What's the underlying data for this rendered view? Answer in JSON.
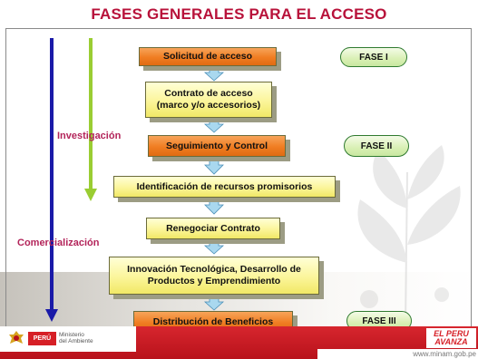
{
  "title": "FASES GENERALES PARA EL ACCESO",
  "steps": [
    "Solicitud de acceso",
    "Contrato de acceso (marco y/o accesorios)",
    "Seguimiento y Control",
    "Identificación de recursos promisorios",
    "Renegociar Contrato",
    "Innovación Tecnológica, Desarrollo de Productos y Emprendimiento",
    "Distribución de Beneficios"
  ],
  "step_lines": {
    "contrato_1": "Contrato de acceso",
    "contrato_2": "(marco y/o accesorios)",
    "innovacion_1": "Innovación Tecnológica, Desarrollo de",
    "innovacion_2": "Productos y Emprendimiento"
  },
  "phases": [
    "FASE I",
    "FASE II",
    "FASE III"
  ],
  "labels": {
    "investigacion": "Investigación",
    "comercializacion": "Comercialización"
  },
  "arrow_colors": {
    "investigacion": "#9acd32",
    "comercializacion": "#1a1aa8"
  },
  "footer": {
    "country": "PERÚ",
    "ministry_1": "Ministerio",
    "ministry_2": "del Ambiente",
    "brand_1": "EL PERU",
    "brand_2": "AVANZA",
    "url": "www.minam.gob.pe"
  },
  "colors": {
    "title": "#b8123a",
    "orange_box": "#f07d22",
    "yellow_box": "#fbf59a",
    "phase_pill": "#d9f0b4",
    "connector": "#a9d8ef",
    "footer_red": "#c8161e"
  },
  "icons": [
    "down-arrow-icon",
    "connector-arrow-icon",
    "peru-logo-icon",
    "brand-logo-icon"
  ]
}
